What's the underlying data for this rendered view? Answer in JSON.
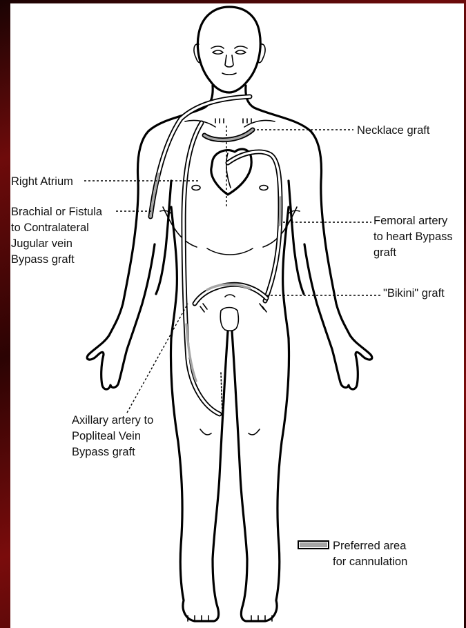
{
  "labels": {
    "necklace": "Necklace graft",
    "right_atrium": "Right Atrium",
    "brachial_1": "Brachial or Fistula",
    "brachial_2": "to Contralateral",
    "brachial_3": "Jugular vein",
    "brachial_4": "Bypass graft",
    "femoral_1": "Femoral artery",
    "femoral_2": "to heart Bypass",
    "femoral_3": "graft",
    "bikini": "\"Bikini\" graft",
    "axillary_1": "Axillary artery to",
    "axillary_2": "Popliteal Vein",
    "axillary_3": "Bypass graft"
  },
  "legend": {
    "line1": "Preferred area",
    "line2": "for cannulation"
  },
  "colors": {
    "preferred": "#a6a6a6",
    "background_accent": "#7a0c0c"
  }
}
